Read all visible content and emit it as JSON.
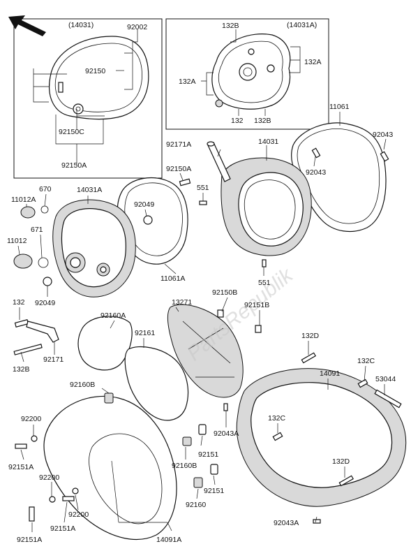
{
  "watermark": "PartsRepublik",
  "insets": {
    "left_code": "(14031)",
    "right_code": "(14031A)"
  },
  "labels": {
    "l92002": "92002",
    "l92150": "92150",
    "l92150C": "92150C",
    "l92150A_in": "92150A",
    "l132B_in1": "132B",
    "l132A_in1": "132A",
    "l132A_in2": "132A",
    "l132_in": "132",
    "l132B_in2": "132B",
    "l11061_top": "11061",
    "l92043_a": "92043",
    "l92043_b": "92043",
    "l14031": "14031",
    "l92171A": "92171A",
    "l92150A": "92150A",
    "l551_a": "551",
    "l551_b": "551",
    "l670": "670",
    "l11012A": "11012A",
    "l14031A": "14031A",
    "l92049_a": "92049",
    "l671": "671",
    "l11012": "11012",
    "l11061A": "11061A",
    "l92049_b": "92049",
    "l132_a": "132",
    "l132B": "132B",
    "l92171": "92171",
    "l92160A": "92160A",
    "l92161": "92161",
    "l13271": "13271",
    "l92150B": "92150B",
    "l92151B": "92151B",
    "l132D_a": "132D",
    "l14091": "14091",
    "l132C_a": "132C",
    "l53044": "53044",
    "l92160B_a": "92160B",
    "l92200_a": "92200",
    "l92151A_a": "92151A",
    "l92043A_a": "92043A",
    "l132C_b": "132C",
    "l92160B_b": "92160B",
    "l92151_a": "92151",
    "l132D_b": "132D",
    "l92200_b": "92200",
    "l92151_b": "92151",
    "l92160": "92160",
    "l92200_c": "92200",
    "l92151A_b": "92151A",
    "l92043A_b": "92043A",
    "l92151A_c": "92151A",
    "l14091A": "14091A"
  }
}
